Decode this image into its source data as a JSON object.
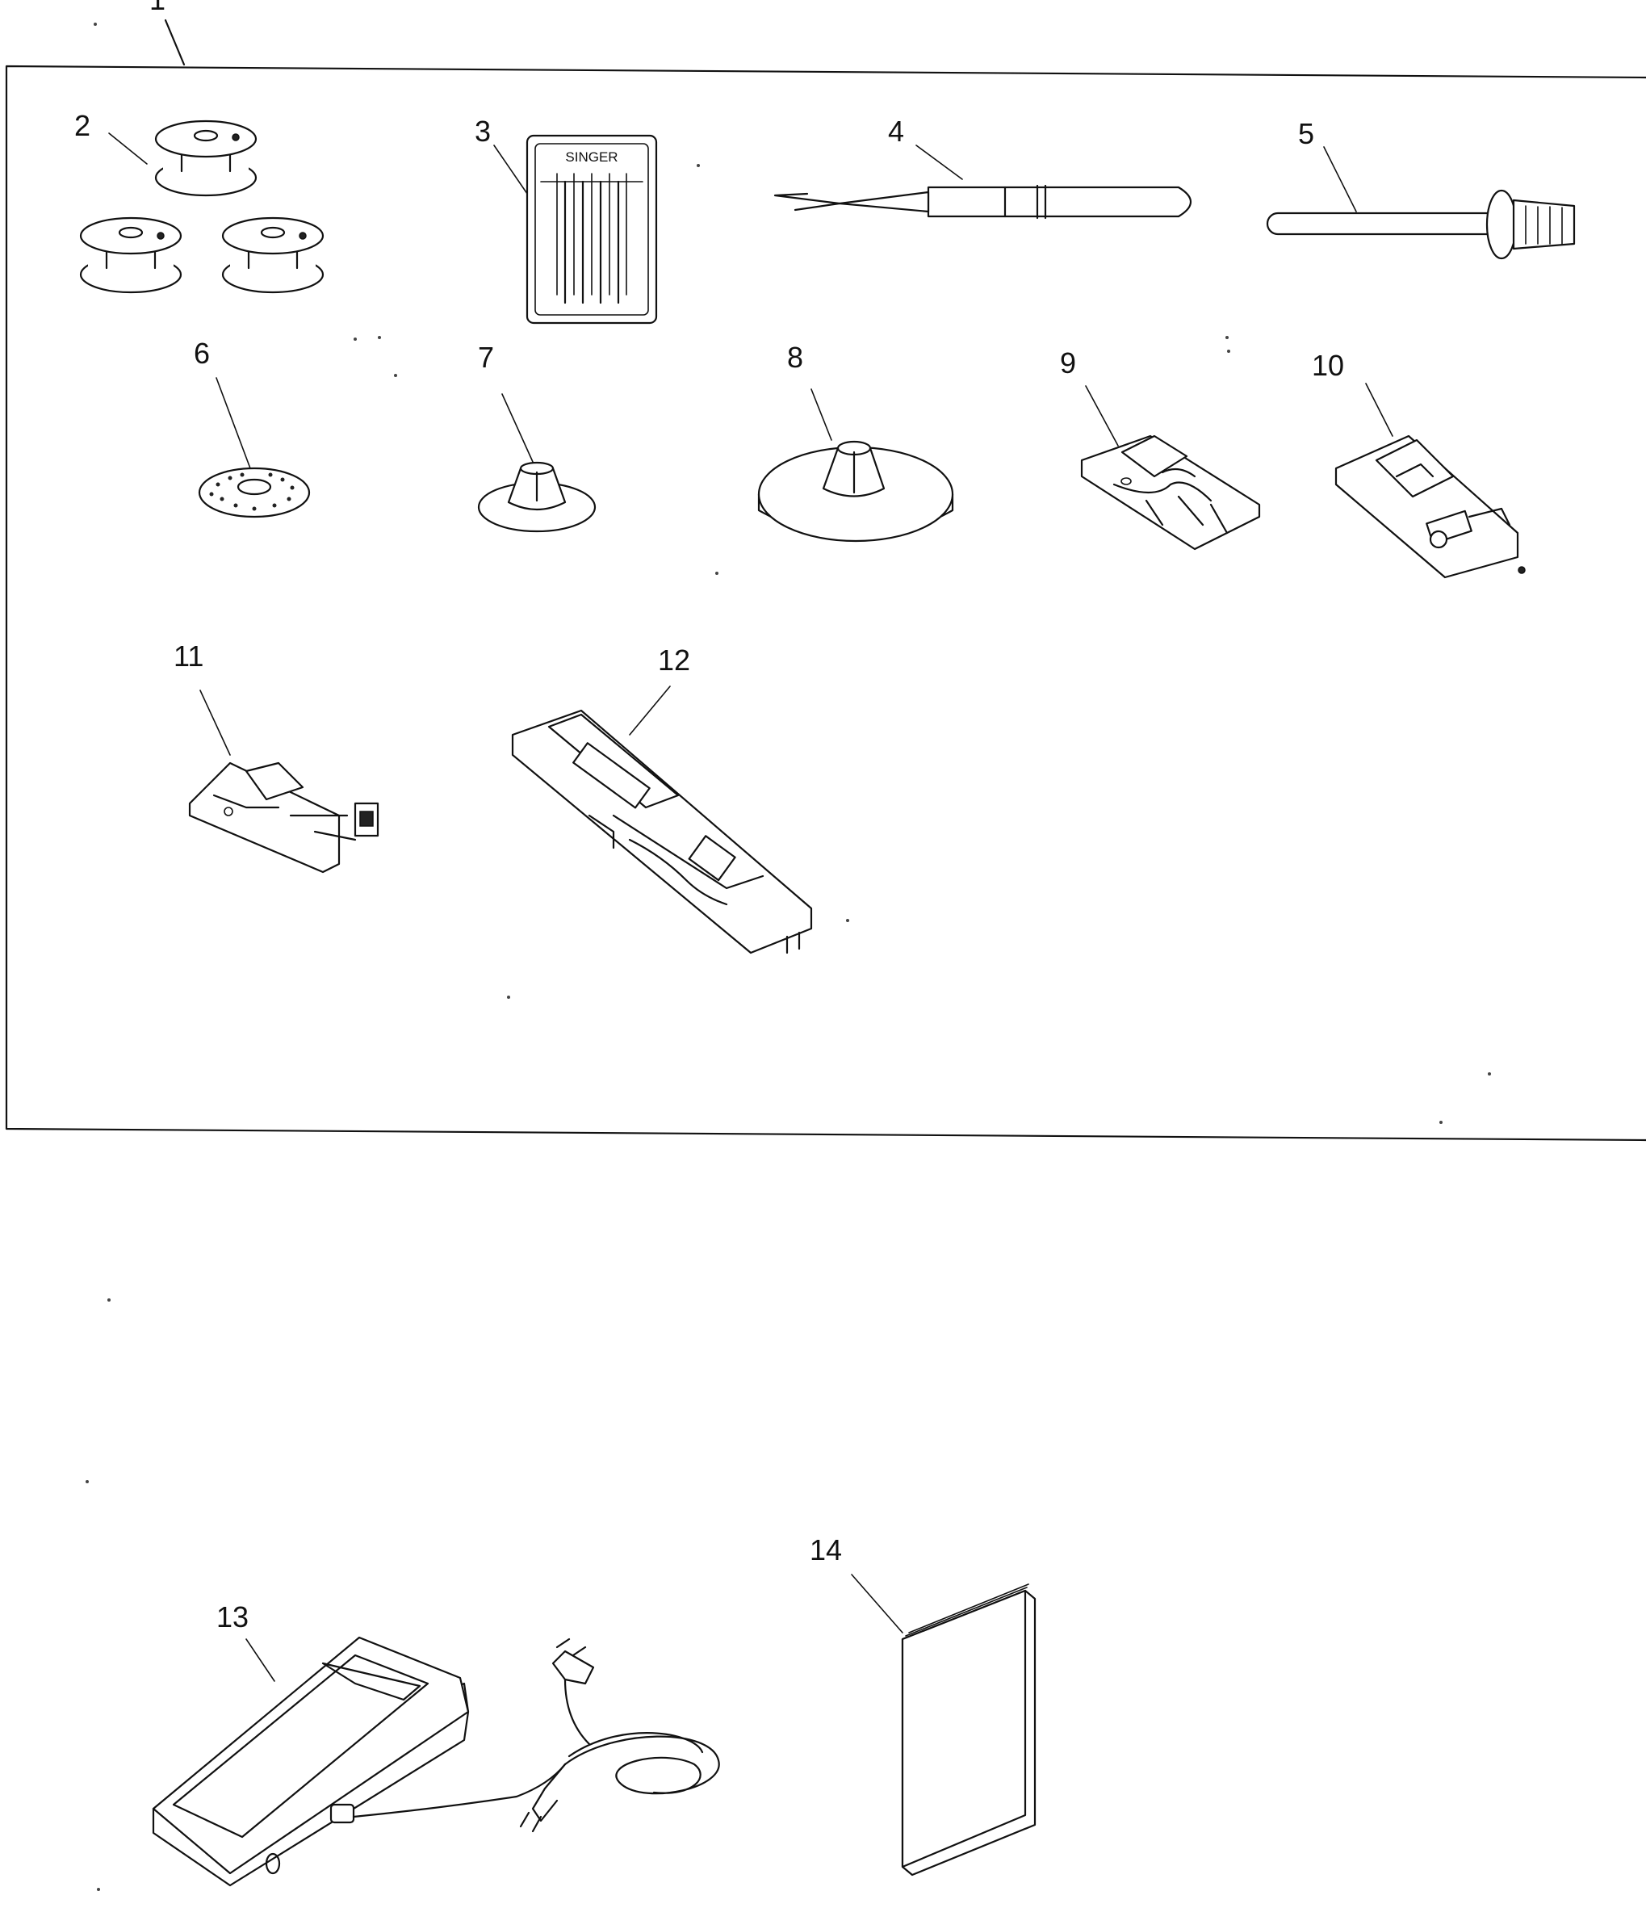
{
  "diagram": {
    "needle_brand": "SINGER",
    "callouts": [
      {
        "id": "1",
        "part": "accessory-box"
      },
      {
        "id": "2",
        "part": "bobbins"
      },
      {
        "id": "3",
        "part": "needles"
      },
      {
        "id": "4",
        "part": "seam-ripper"
      },
      {
        "id": "5",
        "part": "spool-pin-brush"
      },
      {
        "id": "6",
        "part": "spool-pin-felt"
      },
      {
        "id": "7",
        "part": "small-spool-cap"
      },
      {
        "id": "8",
        "part": "large-spool-cap"
      },
      {
        "id": "9",
        "part": "satin-foot"
      },
      {
        "id": "10",
        "part": "overcast-foot"
      },
      {
        "id": "11",
        "part": "blind-hem-foot"
      },
      {
        "id": "12",
        "part": "buttonhole-foot"
      },
      {
        "id": "13",
        "part": "foot-controller"
      },
      {
        "id": "14",
        "part": "instruction-manual"
      }
    ]
  }
}
